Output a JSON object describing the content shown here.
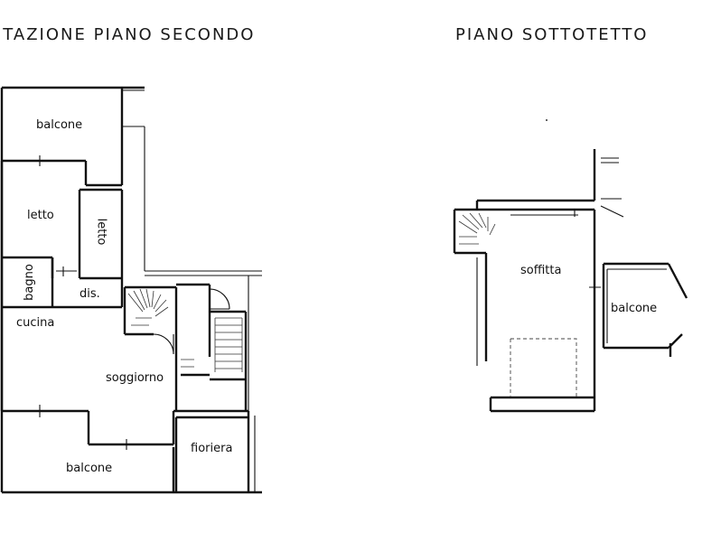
{
  "titles": {
    "left": "ITAZIONE  PIANO  SECONDO",
    "right": "PIANO  SOTTOTETTO"
  },
  "rooms_left": {
    "balcone_top": "balcone",
    "letto_1": "letto",
    "letto_2": "letto",
    "bagno": "bagno",
    "dis": "dis.",
    "cucina": "cucina",
    "soggiorno": "soggiorno",
    "balcone_bottom": "balcone",
    "fioriera": "fioriera"
  },
  "rooms_right": {
    "soffitta": "soffitta",
    "balcone": "balcone"
  }
}
